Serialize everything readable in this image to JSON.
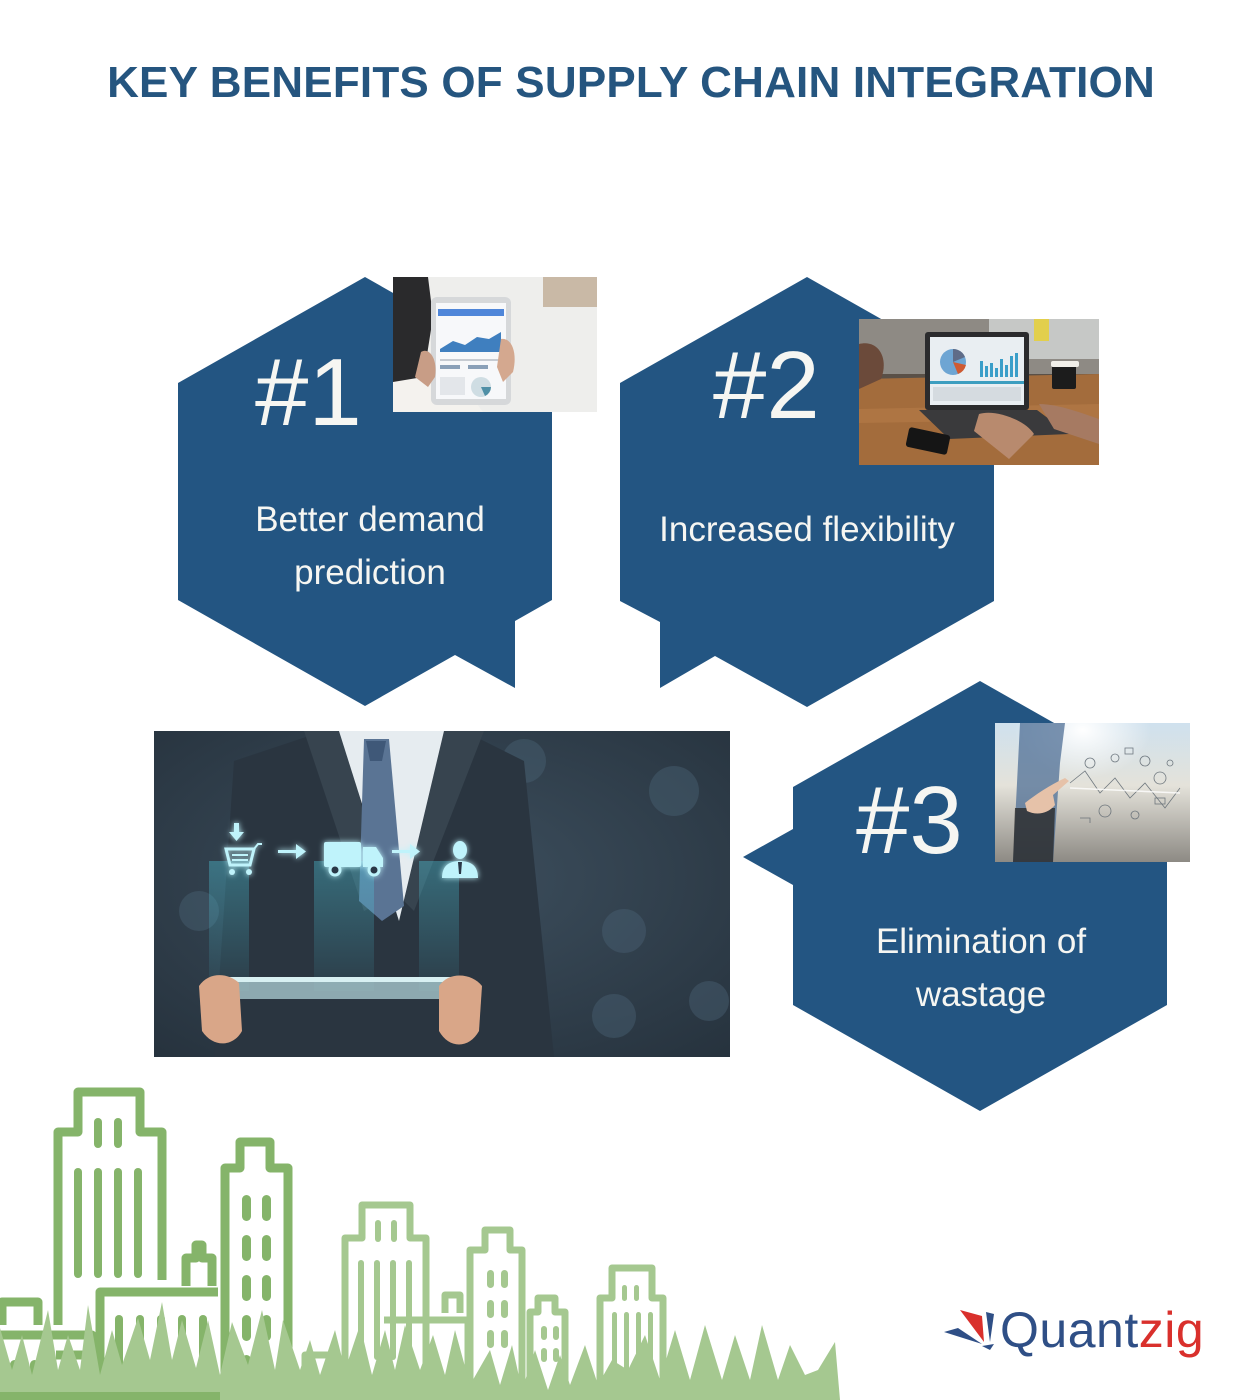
{
  "header": {
    "title": "KEY BENEFITS OF SUPPLY CHAIN INTEGRATION"
  },
  "colors": {
    "title": "#25557f",
    "hexagon": "#235582",
    "hex_text": "#f6f6f2",
    "city_dark": "#85b46a",
    "city_light": "#a5c890",
    "logo_blue": "#2f4f86",
    "logo_red": "#d9302c"
  },
  "benefits": [
    {
      "number": "#1",
      "line1": "Better demand",
      "line2": "prediction",
      "photo": "tablet-analytics-photo"
    },
    {
      "number": "#2",
      "line1": "Increased flexibility",
      "line2": "",
      "photo": "laptop-dashboard-photo"
    },
    {
      "number": "#3",
      "line1": "Elimination of",
      "line2": "wastage",
      "photo": "touchscreen-business-photo"
    }
  ],
  "center_photo": {
    "description": "Businessman holding transparent tablet with supply chain flow",
    "flow_icons": [
      "shopping-cart-icon",
      "arrow-right-icon",
      "delivery-truck-icon",
      "arrow-right-icon",
      "customer-icon"
    ]
  },
  "footer": {
    "logo": {
      "text_main": "Quant",
      "text_accent": "zig"
    }
  }
}
